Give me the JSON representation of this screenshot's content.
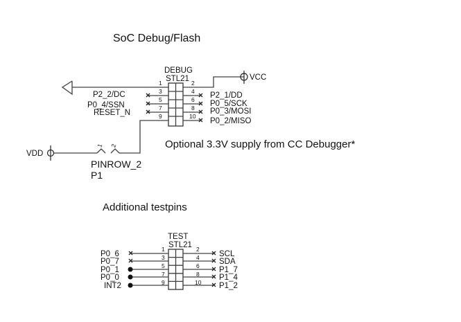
{
  "section_debug": {
    "title": "SoC Debug/Flash",
    "connector": {
      "ref": "DEBUG",
      "part": "STL21",
      "pin_numbers": [
        "1",
        "2",
        "3",
        "4",
        "5",
        "6",
        "7",
        "8",
        "9",
        "10"
      ],
      "left_signals": [
        "",
        "P2_2/DC",
        "P0_4/SSN",
        "RESET_N",
        ""
      ],
      "right_signals": [
        "",
        "P2_1/DD",
        "P0_5/SCK",
        "P0_3/MOSI",
        "P0_2/MISO"
      ]
    },
    "power_vcc": "VCC",
    "power_vdd": "VDD",
    "jumper": {
      "part": "PINROW_2",
      "ref": "P1",
      "pin1": "1",
      "pin2": "2"
    },
    "note": "Optional 3.3V supply from CC Debugger*"
  },
  "section_test": {
    "title": "Additional testpins",
    "connector": {
      "ref": "TEST",
      "part": "STL21",
      "pin_numbers": [
        "1",
        "2",
        "3",
        "4",
        "5",
        "6",
        "7",
        "8",
        "9",
        "10"
      ],
      "left_signals": [
        "P0_6",
        "P0_7",
        "P0_1",
        "P0_0",
        "INT2"
      ],
      "left_markers": [
        "no-connect",
        "no-connect",
        "test-point",
        "test-point",
        "test-point"
      ],
      "right_signals": [
        "SCL",
        "SDA",
        "P1_7",
        "P1_4",
        "P1_2"
      ],
      "right_markers": [
        "no-connect",
        "no-connect",
        "no-connect",
        "no-connect",
        "no-connect"
      ]
    }
  }
}
